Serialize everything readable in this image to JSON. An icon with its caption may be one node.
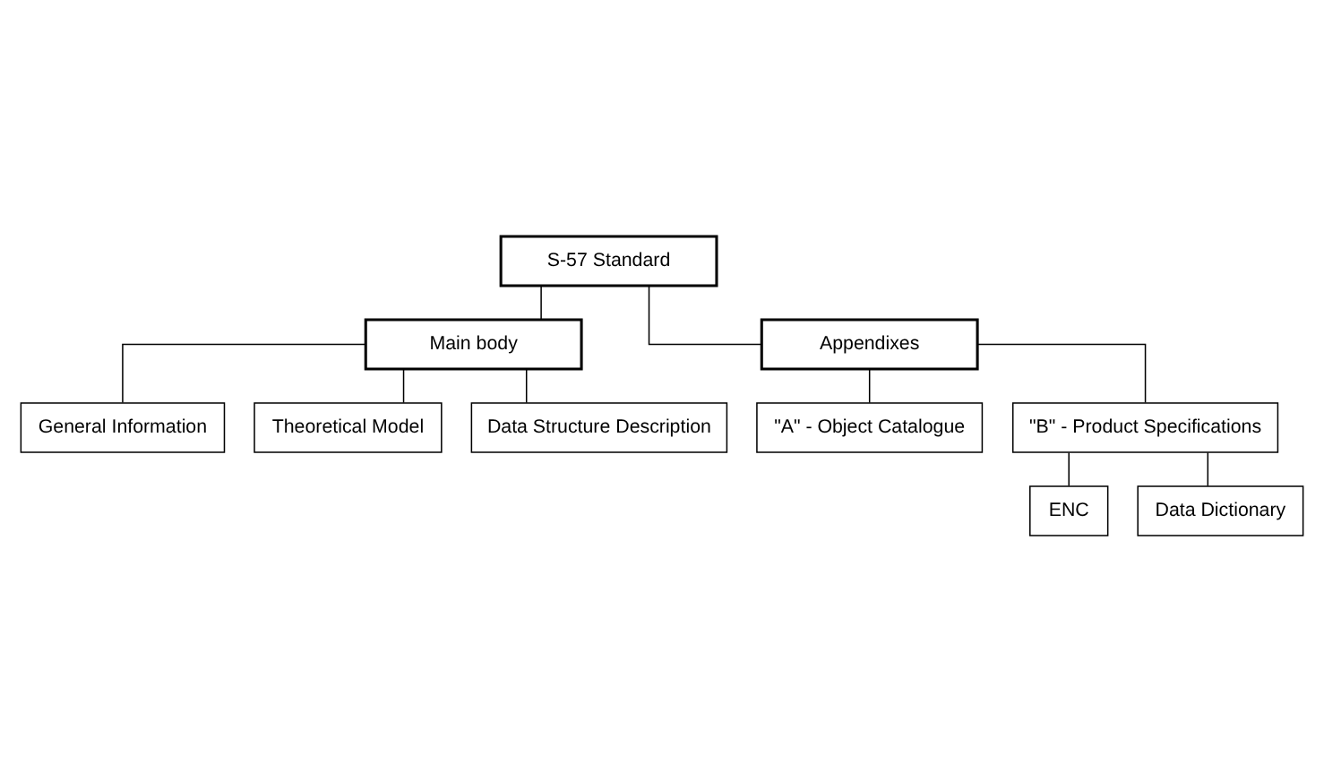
{
  "diagram": {
    "nodes": [
      {
        "text": [
          "S-57 Standard"
        ]
      },
      {
        "text": [
          "Main body"
        ]
      },
      {
        "text": [
          "Appendixes"
        ]
      },
      {
        "text": [
          "General Information"
        ]
      },
      {
        "text": [
          "Theoretical Model"
        ]
      },
      {
        "text": [
          "Data Structure Description"
        ]
      },
      {
        "text": [
          "\"A\" - Object Catalogue"
        ]
      },
      {
        "text": [
          "\"B\" - Product Specifications"
        ]
      },
      {
        "text": [
          "ENC"
        ]
      },
      {
        "text": [
          "Data Dictionary"
        ]
      }
    ],
    "edges": [
      {
        "from": 0,
        "to": 1,
        "arrow": "none"
      },
      {
        "from": 0,
        "to": 2,
        "arrow": "none"
      },
      {
        "from": 1,
        "to": 3,
        "arrow": "none"
      },
      {
        "from": 1,
        "to": 4,
        "arrow": "none"
      },
      {
        "from": 1,
        "to": 5,
        "arrow": "none"
      },
      {
        "from": 2,
        "to": 6,
        "arrow": "none"
      },
      {
        "from": 2,
        "to": 7,
        "arrow": "none"
      },
      {
        "from": 7,
        "to": 8,
        "arrow": "none"
      },
      {
        "from": 7,
        "to": 9,
        "arrow": "none"
      }
    ]
  }
}
